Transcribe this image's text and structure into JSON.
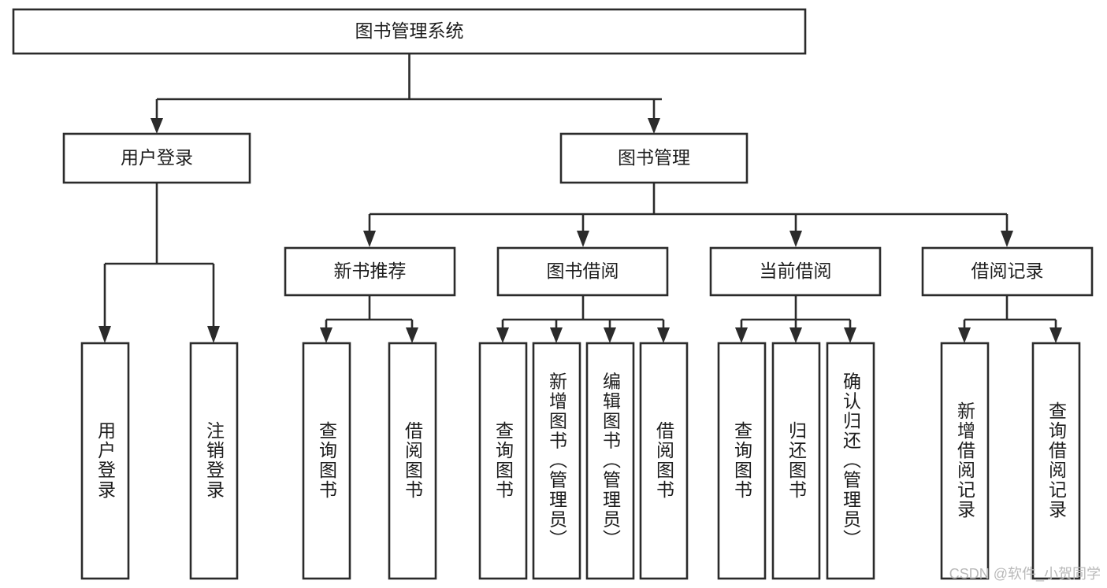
{
  "diagram": {
    "title": "图书管理系统",
    "type": "tree-hierarchy-chart",
    "watermark": "CSDN @软件_小贺同学",
    "colors": {
      "box_fill": "#ffffff",
      "box_stroke": "#2b2b2b",
      "text": "#1d1d1d",
      "watermark": "#b9b9b9",
      "background": "#ffffff"
    },
    "root": {
      "label": "图书管理系统",
      "orientation": "horizontal"
    },
    "level2": [
      {
        "label": "用户登录",
        "orientation": "horizontal"
      },
      {
        "label": "图书管理",
        "orientation": "horizontal"
      }
    ],
    "level3": [
      {
        "label": "新书推荐",
        "orientation": "horizontal"
      },
      {
        "label": "图书借阅",
        "orientation": "horizontal"
      },
      {
        "label": "当前借阅",
        "orientation": "horizontal"
      },
      {
        "label": "借阅记录",
        "orientation": "horizontal"
      }
    ],
    "leaves": {
      "user_login": [
        {
          "label": "用户登录",
          "orientation": "vertical"
        },
        {
          "label": "注销登录",
          "orientation": "vertical"
        }
      ],
      "new_book_recommend": [
        {
          "label": "查询图书",
          "orientation": "vertical"
        },
        {
          "label": "借阅图书",
          "orientation": "vertical"
        }
      ],
      "book_borrow": [
        {
          "label": "查询图书",
          "orientation": "vertical"
        },
        {
          "label": "新增图书（管理员）",
          "orientation": "vertical"
        },
        {
          "label": "编辑图书（管理员）",
          "orientation": "vertical"
        },
        {
          "label": "借阅图书",
          "orientation": "vertical"
        }
      ],
      "current_borrow": [
        {
          "label": "查询图书",
          "orientation": "vertical"
        },
        {
          "label": "归还图书",
          "orientation": "vertical"
        },
        {
          "label": "确认归还（管理员）",
          "orientation": "vertical"
        }
      ],
      "borrow_record": [
        {
          "label": "新增借阅记录",
          "orientation": "vertical"
        },
        {
          "label": "查询借阅记录",
          "orientation": "vertical"
        }
      ]
    }
  }
}
